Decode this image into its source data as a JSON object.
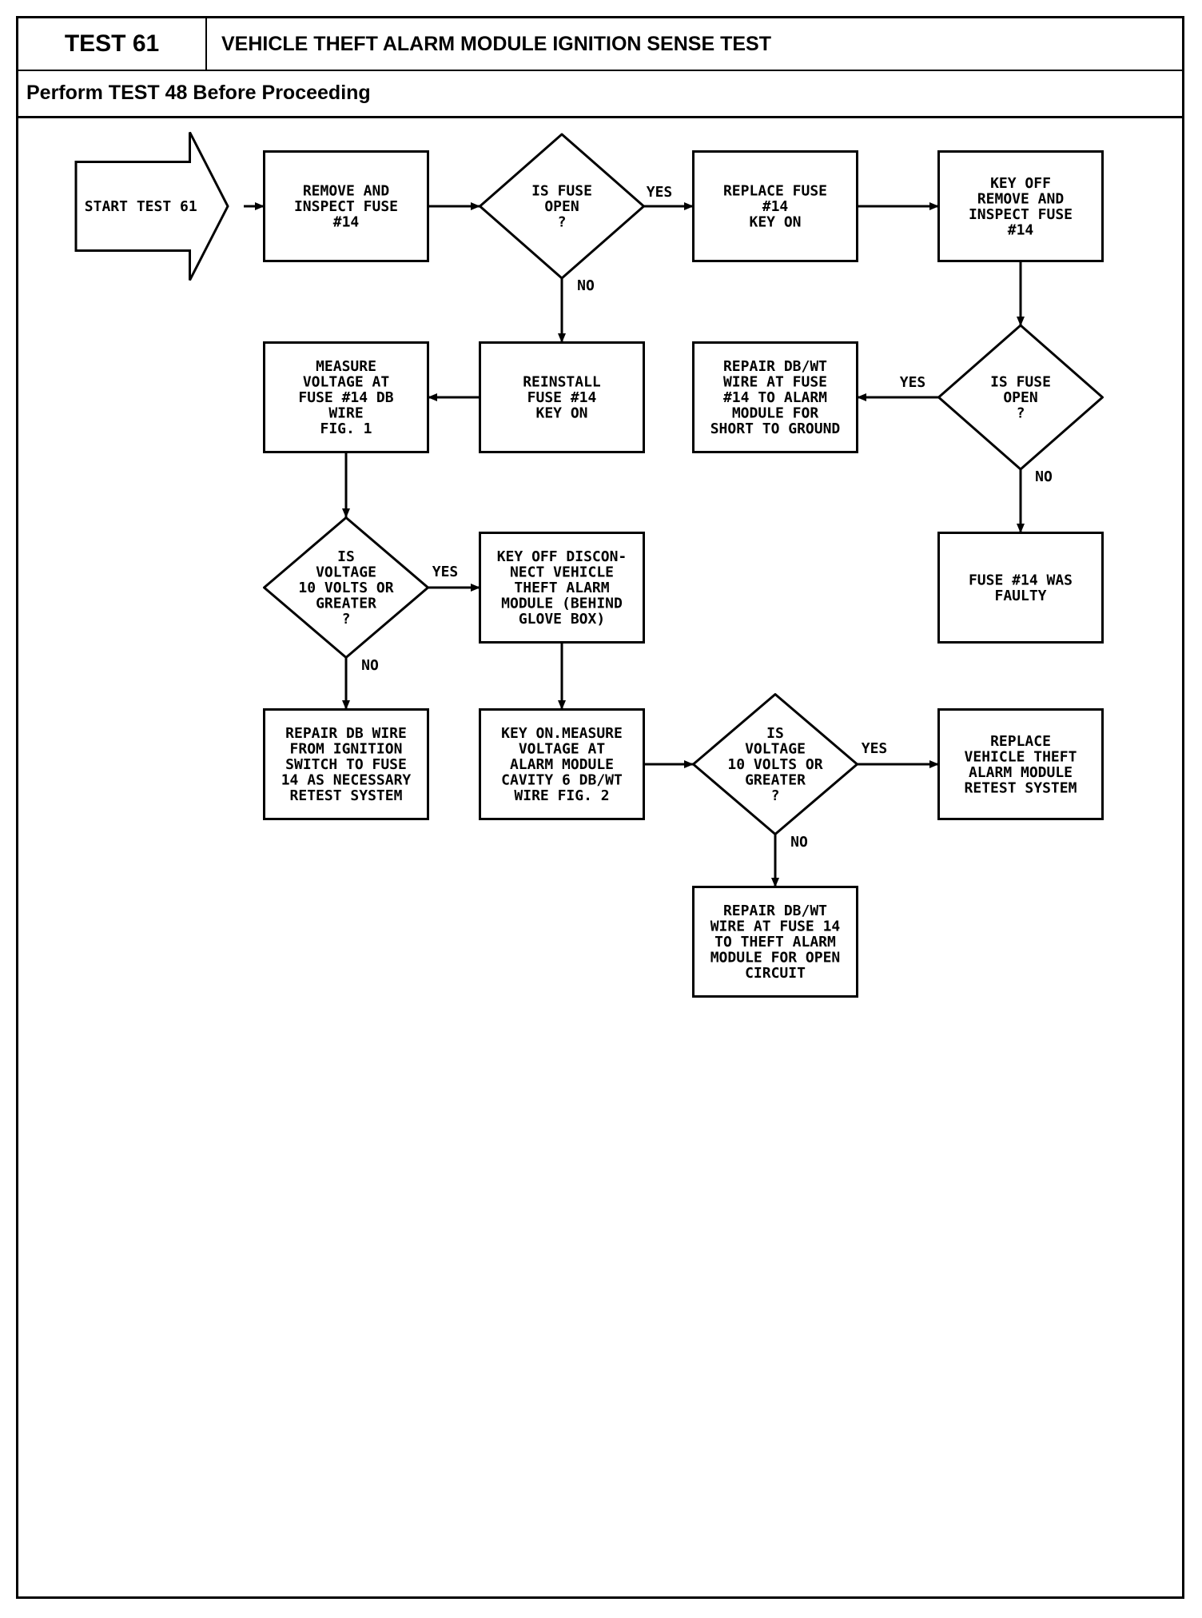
{
  "header": {
    "test_number": "TEST 61",
    "title": "VEHICLE THEFT ALARM MODULE IGNITION SENSE TEST",
    "prerequisite": "Perform TEST 48 Before Proceeding"
  },
  "nodes": [
    {
      "id": "start",
      "shape": "arrow",
      "lines": [
        "START TEST 61"
      ]
    },
    {
      "id": "remove-inspect-fuse",
      "shape": "box",
      "lines": [
        "REMOVE AND",
        "INSPECT FUSE",
        "#14"
      ]
    },
    {
      "id": "is-fuse-open-1",
      "shape": "diamond",
      "lines": [
        "IS FUSE",
        "OPEN",
        "?"
      ]
    },
    {
      "id": "replace-fuse",
      "shape": "box",
      "lines": [
        "REPLACE FUSE",
        "#14",
        "KEY ON"
      ]
    },
    {
      "id": "key-off-remove-inspect",
      "shape": "box",
      "lines": [
        "KEY OFF",
        "REMOVE AND",
        "INSPECT FUSE",
        "#14"
      ]
    },
    {
      "id": "measure-voltage-fuse",
      "shape": "box",
      "lines": [
        "MEASURE",
        "VOLTAGE AT",
        "FUSE #14 DB",
        "WIRE",
        "FIG. 1"
      ]
    },
    {
      "id": "reinstall-fuse",
      "shape": "box",
      "lines": [
        "REINSTALL",
        "FUSE #14",
        "KEY ON"
      ]
    },
    {
      "id": "repair-short",
      "shape": "box",
      "lines": [
        "REPAIR DB/WT",
        "WIRE AT FUSE",
        "#14 TO ALARM",
        "MODULE FOR",
        "SHORT TO GROUND"
      ]
    },
    {
      "id": "is-fuse-open-2",
      "shape": "diamond",
      "lines": [
        "IS FUSE",
        "OPEN",
        "?"
      ]
    },
    {
      "id": "is-voltage-1",
      "shape": "diamond",
      "lines": [
        "IS",
        "VOLTAGE",
        "10 VOLTS OR",
        "GREATER",
        "?"
      ]
    },
    {
      "id": "key-off-disconnect",
      "shape": "box",
      "lines": [
        "KEY OFF DISCON-",
        "NECT VEHICLE",
        "THEFT ALARM",
        "MODULE (BEHIND",
        "GLOVE BOX)"
      ]
    },
    {
      "id": "fuse-faulty",
      "shape": "box",
      "lines": [
        "FUSE #14 WAS",
        "FAULTY"
      ]
    },
    {
      "id": "repair-db-wire",
      "shape": "box",
      "lines": [
        "REPAIR DB WIRE",
        "FROM IGNITION",
        "SWITCH TO FUSE",
        "14 AS NECESSARY",
        "RETEST SYSTEM"
      ]
    },
    {
      "id": "measure-voltage-module",
      "shape": "box",
      "lines": [
        "KEY ON.MEASURE",
        "VOLTAGE AT",
        "ALARM MODULE",
        "CAVITY 6 DB/WT",
        "WIRE FIG. 2"
      ]
    },
    {
      "id": "is-voltage-2",
      "shape": "diamond",
      "lines": [
        "IS",
        "VOLTAGE",
        "10 VOLTS OR",
        "GREATER",
        "?"
      ]
    },
    {
      "id": "replace-module",
      "shape": "box",
      "lines": [
        "REPLACE",
        "VEHICLE THEFT",
        "ALARM MODULE",
        "RETEST SYSTEM"
      ]
    },
    {
      "id": "repair-open",
      "shape": "box",
      "lines": [
        "REPAIR DB/WT",
        "WIRE AT FUSE 14",
        "TO THEFT ALARM",
        "MODULE FOR OPEN",
        "CIRCUIT"
      ]
    }
  ],
  "edges": [
    {
      "from": "start",
      "to": "remove-inspect-fuse",
      "label": ""
    },
    {
      "from": "remove-inspect-fuse",
      "to": "is-fuse-open-1",
      "label": ""
    },
    {
      "from": "is-fuse-open-1",
      "to": "replace-fuse",
      "label": "YES"
    },
    {
      "from": "replace-fuse",
      "to": "key-off-remove-inspect",
      "label": ""
    },
    {
      "from": "is-fuse-open-1",
      "to": "reinstall-fuse",
      "label": "NO"
    },
    {
      "from": "reinstall-fuse",
      "to": "measure-voltage-fuse",
      "label": ""
    },
    {
      "from": "key-off-remove-inspect",
      "to": "is-fuse-open-2",
      "label": ""
    },
    {
      "from": "is-fuse-open-2",
      "to": "repair-short",
      "label": "YES"
    },
    {
      "from": "is-fuse-open-2",
      "to": "fuse-faulty",
      "label": "NO"
    },
    {
      "from": "measure-voltage-fuse",
      "to": "is-voltage-1",
      "label": ""
    },
    {
      "from": "is-voltage-1",
      "to": "key-off-disconnect",
      "label": "YES"
    },
    {
      "from": "is-voltage-1",
      "to": "repair-db-wire",
      "label": "NO"
    },
    {
      "from": "key-off-disconnect",
      "to": "measure-voltage-module",
      "label": ""
    },
    {
      "from": "measure-voltage-module",
      "to": "is-voltage-2",
      "label": ""
    },
    {
      "from": "is-voltage-2",
      "to": "replace-module",
      "label": "YES"
    },
    {
      "from": "is-voltage-2",
      "to": "repair-open",
      "label": "NO"
    }
  ]
}
